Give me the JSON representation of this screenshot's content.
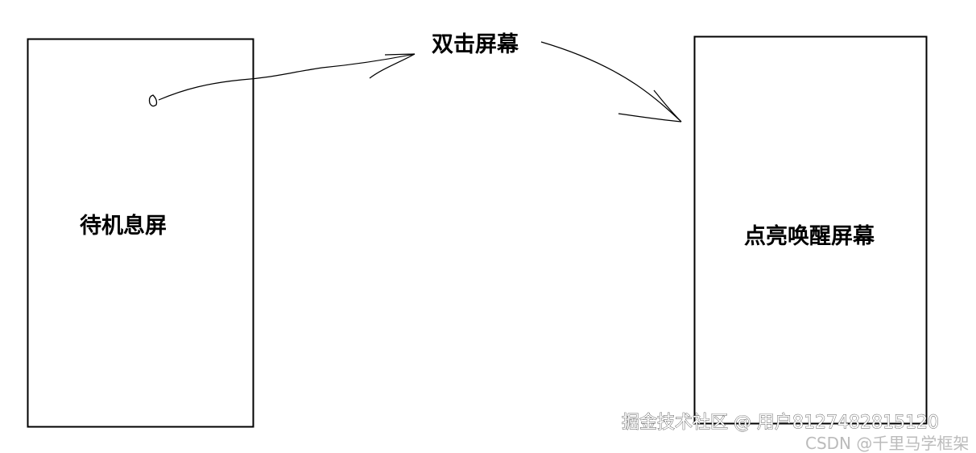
{
  "diagram": {
    "left_box_label": "待机息屏",
    "arrow_label": "双击屏幕",
    "right_box_label": "点亮唤醒屏幕"
  },
  "watermarks": {
    "juejin": "掘金技术社区 @ 用户8127482815120",
    "csdn": "CSDN @千里马学框架"
  }
}
